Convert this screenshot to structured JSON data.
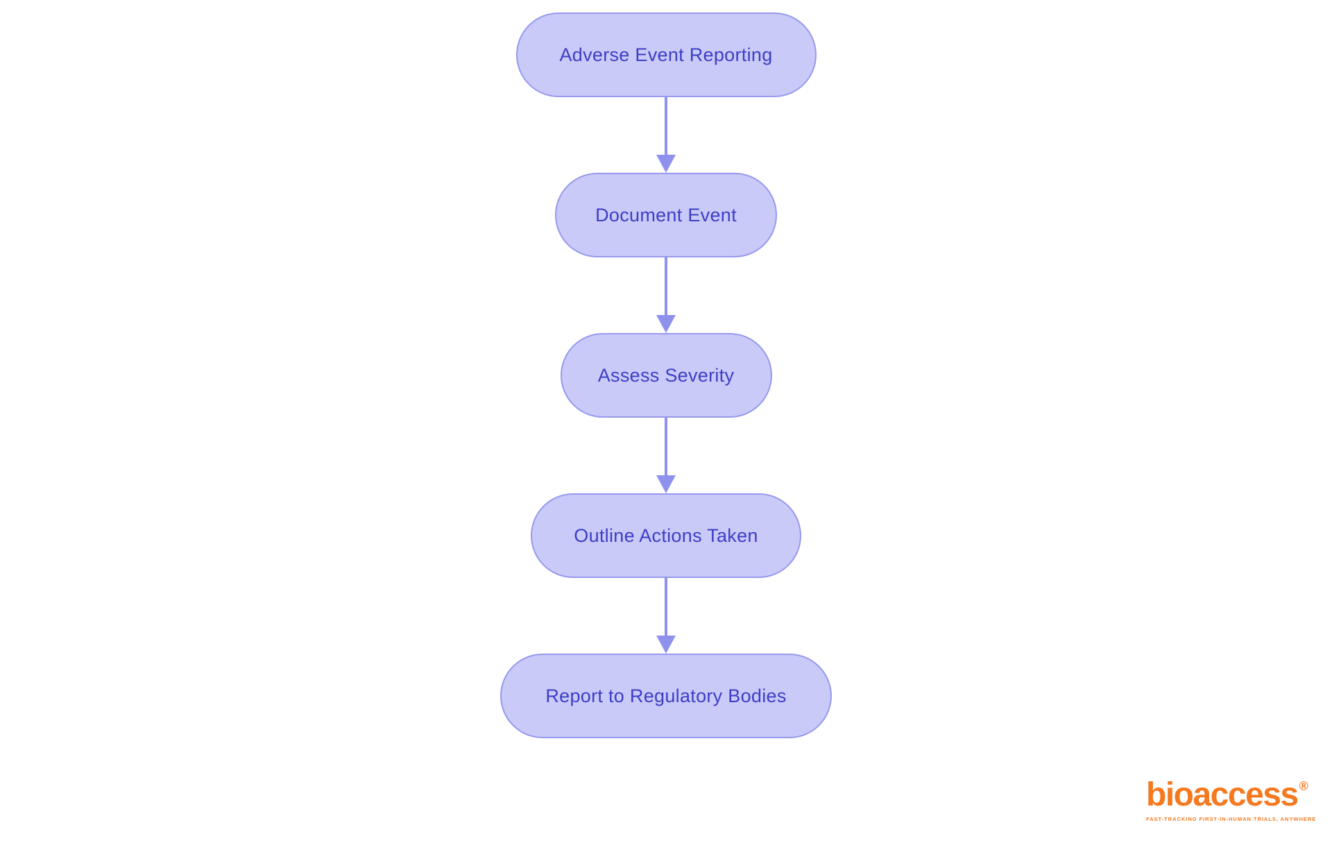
{
  "diagram": {
    "type": "flowchart",
    "direction": "top-down",
    "nodes": [
      {
        "id": "adverse-event-reporting",
        "label": "Adverse Event Reporting"
      },
      {
        "id": "document-event",
        "label": "Document Event"
      },
      {
        "id": "assess-severity",
        "label": "Assess Severity"
      },
      {
        "id": "outline-actions-taken",
        "label": "Outline Actions Taken"
      },
      {
        "id": "report-to-regulatory-bodies",
        "label": "Report to Regulatory Bodies"
      }
    ],
    "edges": [
      {
        "from": "adverse-event-reporting",
        "to": "document-event"
      },
      {
        "from": "document-event",
        "to": "assess-severity"
      },
      {
        "from": "assess-severity",
        "to": "outline-actions-taken"
      },
      {
        "from": "outline-actions-taken",
        "to": "report-to-regulatory-bodies"
      }
    ],
    "colors": {
      "node_fill": "#c9caf8",
      "node_border": "#9699ee",
      "node_text": "#3d3ec5",
      "arrow": "#8f92ec"
    }
  },
  "branding": {
    "logo_text": "bioaccess",
    "registered_mark": "®",
    "tagline": "FAST-TRACKING FIRST-IN-HUMAN TRIALS, ANYWHERE",
    "logo_color": "#f5791f"
  }
}
